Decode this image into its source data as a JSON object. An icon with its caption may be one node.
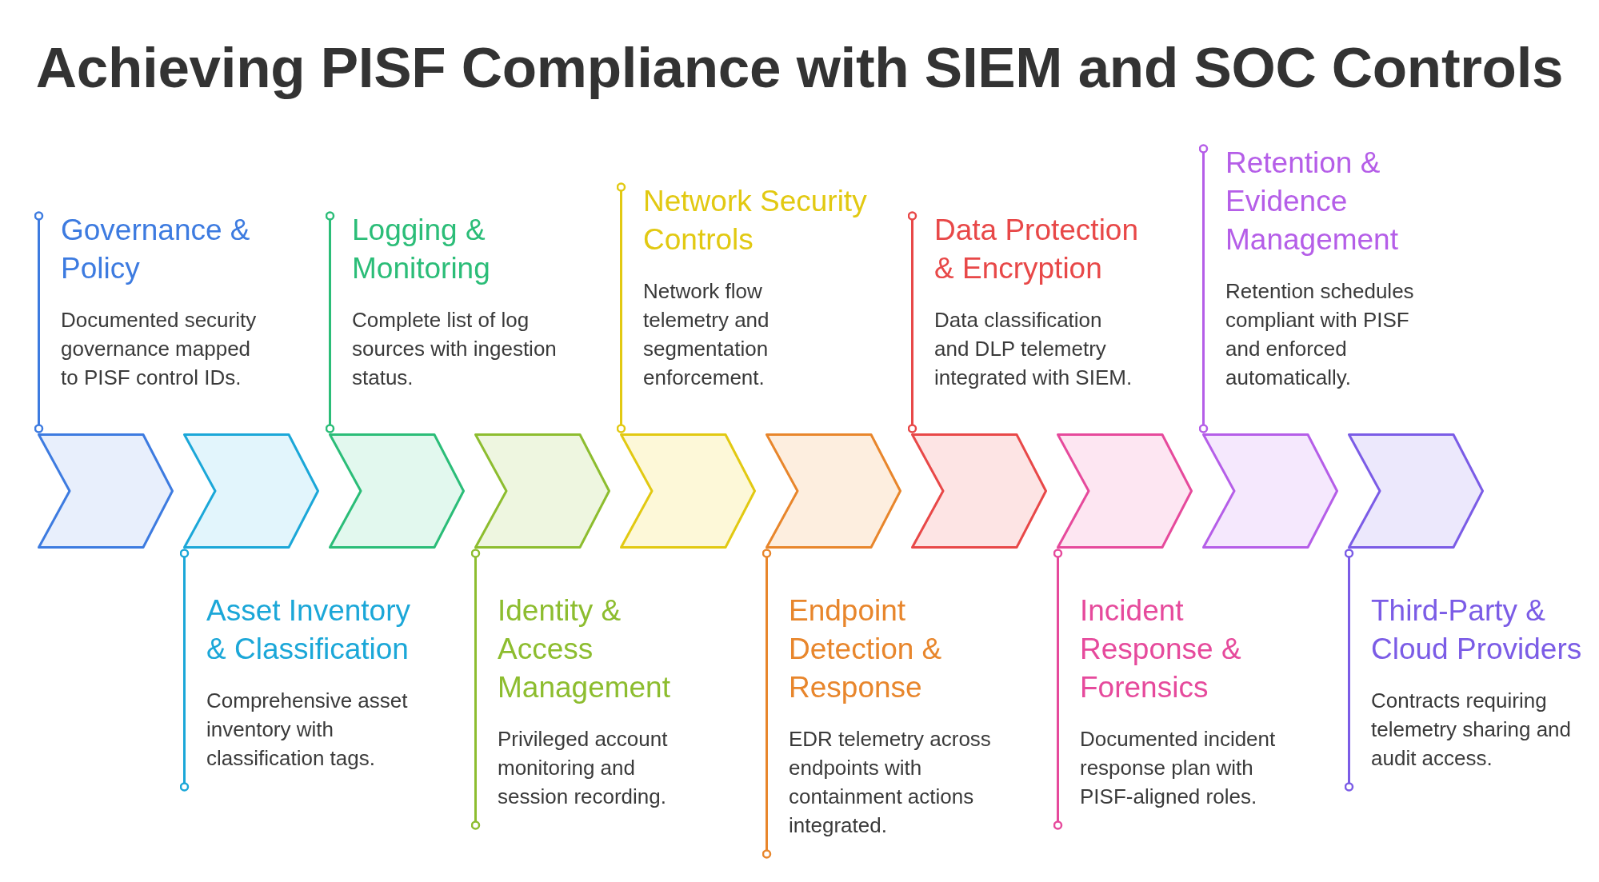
{
  "diagram": {
    "title": "Achieving PISF Compliance with SIEM and SOC Controls",
    "nodes": [
      {
        "text": [
          "Governance & Policy",
          "Documented security governance mapped to PISF control IDs."
        ]
      },
      {
        "text": [
          "Asset Inventory & Classification",
          "Comprehensive asset inventory with classification tags."
        ]
      },
      {
        "text": [
          "Logging & Monitoring",
          "Complete list of log sources with ingestion status."
        ]
      },
      {
        "text": [
          "Identity & Access Management",
          "Privileged account monitoring and session recording."
        ]
      },
      {
        "text": [
          "Network Security Controls",
          "Network flow telemetry and segmentation enforcement."
        ]
      },
      {
        "text": [
          "Endpoint Detection & Response",
          "EDR telemetry across endpoints with containment actions integrated."
        ]
      },
      {
        "text": [
          "Data Protection & Encryption",
          "Data classification and DLP telemetry integrated with SIEM."
        ]
      },
      {
        "text": [
          "Incident Response & Forensics",
          "Documented incident response plan with PISF-aligned roles."
        ]
      },
      {
        "text": [
          "Retention & Evidence Management",
          "Retention schedules compliant with PISF and enforced automatically."
        ]
      },
      {
        "text": [
          "Third-Party & Cloud Providers",
          "Contracts requiring telemetry sharing and audit access."
        ]
      },
      {
        "text": [],
        "shape": "chevron"
      },
      {
        "text": [],
        "shape": "chevron"
      },
      {
        "text": [],
        "shape": "chevron"
      },
      {
        "text": [],
        "shape": "chevron"
      },
      {
        "text": [],
        "shape": "chevron"
      },
      {
        "text": [],
        "shape": "chevron"
      },
      {
        "text": [],
        "shape": "chevron"
      },
      {
        "text": [],
        "shape": "chevron"
      },
      {
        "text": [],
        "shape": "chevron"
      },
      {
        "text": [],
        "shape": "chevron"
      }
    ],
    "edges": [
      {
        "from": 0,
        "to": 10,
        "arrow": "other",
        "color": "#3d7be0"
      },
      {
        "from": 1,
        "to": 11,
        "arrow": "other",
        "color": "#1ba7d8"
      },
      {
        "from": 2,
        "to": 12,
        "arrow": "other",
        "color": "#2bbd78"
      },
      {
        "from": 3,
        "to": 13,
        "arrow": "other",
        "color": "#8dbd2f"
      },
      {
        "from": 4,
        "to": 14,
        "arrow": "other",
        "color": "#e2c912"
      },
      {
        "from": 5,
        "to": 15,
        "arrow": "other",
        "color": "#e8862c"
      },
      {
        "from": 6,
        "to": 16,
        "arrow": "other",
        "color": "#e84848"
      },
      {
        "from": 7,
        "to": 17,
        "arrow": "other",
        "color": "#e64a9c"
      },
      {
        "from": 8,
        "to": 18,
        "arrow": "other",
        "color": "#b55ee8"
      },
      {
        "from": 9,
        "to": 19,
        "arrow": "other",
        "color": "#7b5ce6"
      }
    ]
  }
}
